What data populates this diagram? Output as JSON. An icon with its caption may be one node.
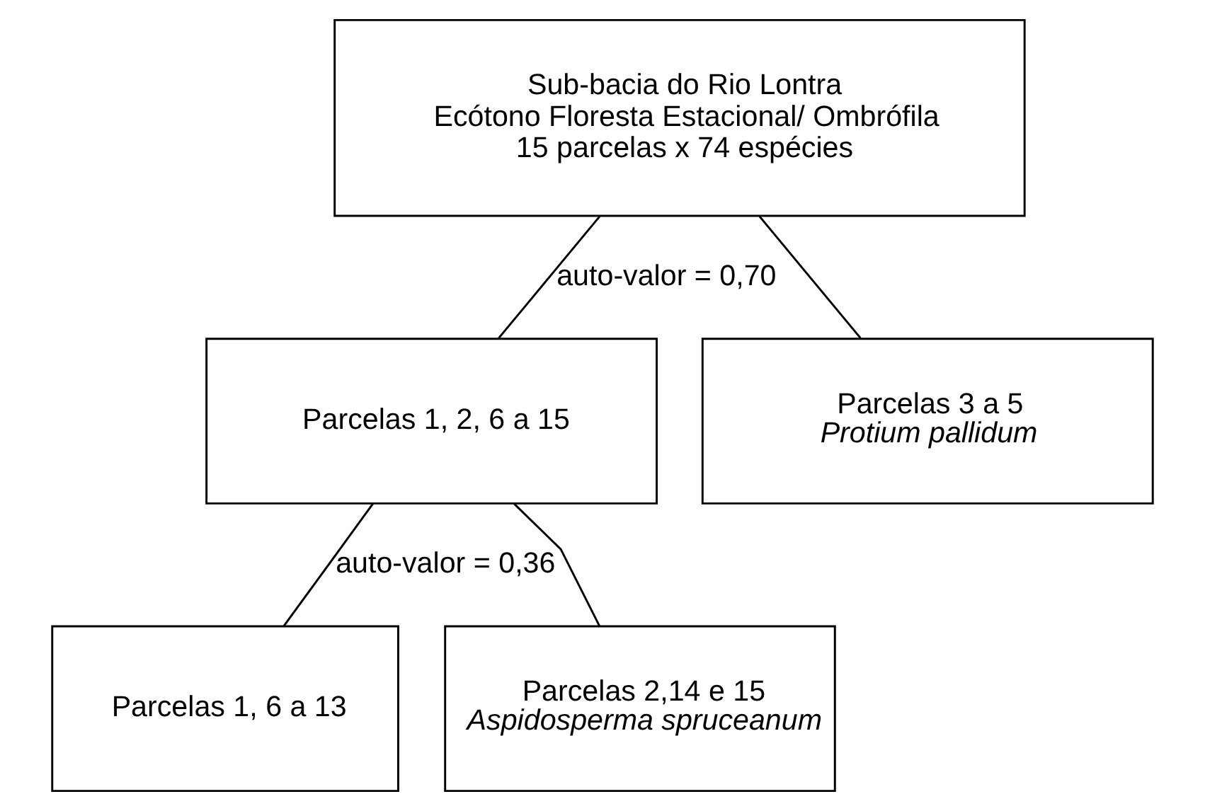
{
  "diagram": {
    "nodes": [
      {
        "text": [
          "Sub-bacia do Rio Lontra",
          "Ecótono Floresta Estacional/ Ombrófila",
          "15 parcelas x 74 espécies"
        ]
      },
      {
        "text": [
          "Parcelas 1, 2, 6 a 15"
        ]
      },
      {
        "text": [
          "Parcelas 3 a 5",
          "Protium pallidum"
        ]
      },
      {
        "text": [
          "Parcelas 1, 6 a 13"
        ]
      },
      {
        "text": [
          "Parcelas 2,14 e 15",
          "Aspidosperma spruceanum"
        ]
      }
    ],
    "edges": [
      {
        "from": 0,
        "to": 1,
        "arrow": "none",
        "label": "auto-valor = 0,70"
      },
      {
        "from": 0,
        "to": 2,
        "arrow": "none"
      },
      {
        "from": 1,
        "to": 3,
        "arrow": "none",
        "label": "auto-valor = 0,36"
      },
      {
        "from": 1,
        "to": 4,
        "arrow": "none"
      }
    ]
  }
}
